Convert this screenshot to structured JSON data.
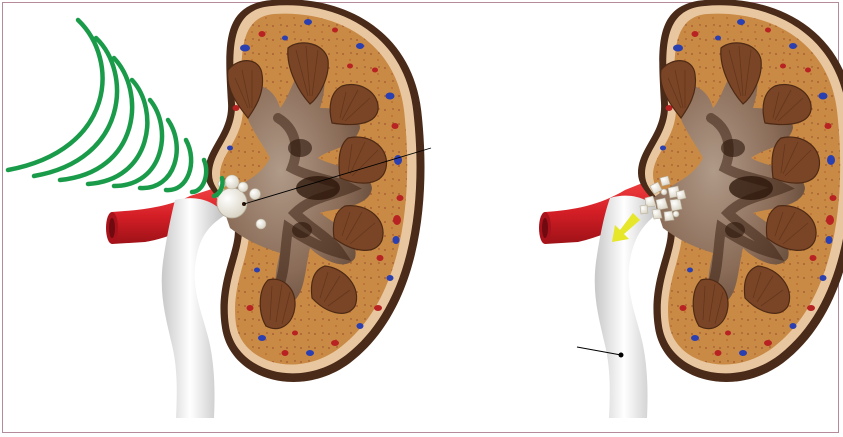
{
  "figure": {
    "panels": [
      {
        "id": "before",
        "elements": [
          "shock-waves",
          "kidney",
          "renal-artery",
          "ureter",
          "kidney-stone",
          "pointer-line"
        ]
      },
      {
        "id": "after",
        "elements": [
          "kidney",
          "renal-artery",
          "ureter",
          "stone-fragments",
          "flow-arrow",
          "pointer-line"
        ]
      }
    ],
    "colors": {
      "shock_wave": "#1a9b4a",
      "cortex": "#c98a45",
      "capsule": "#5a3520",
      "pyramid": "#7a4526",
      "artery": "#d8232a",
      "ureter": "#e6e6e6",
      "flow_arrow": "#e6e62a",
      "stone": "#f4f0e6",
      "frame": "#b58a9a"
    },
    "icons": {
      "shock_waves": "shock-wave-arcs-icon",
      "flow_arrow": "arrow-down-left-icon"
    }
  }
}
